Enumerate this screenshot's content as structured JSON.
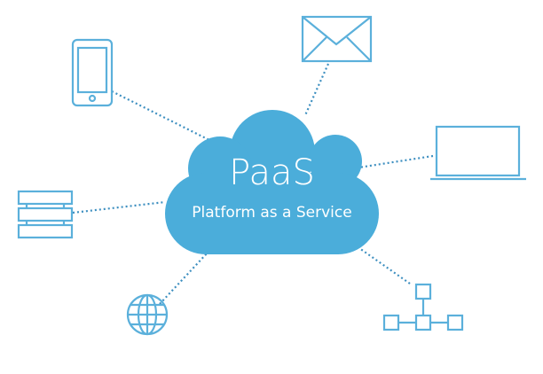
{
  "cloud": {
    "title": "PaaS",
    "subtitle": "Platform as a Service"
  },
  "colors": {
    "cloud": "#4badda",
    "icon": "#5bb0db",
    "line": "#3d8fc0"
  },
  "devices": [
    "mobile-phone",
    "mail",
    "laptop",
    "server",
    "globe",
    "network"
  ]
}
